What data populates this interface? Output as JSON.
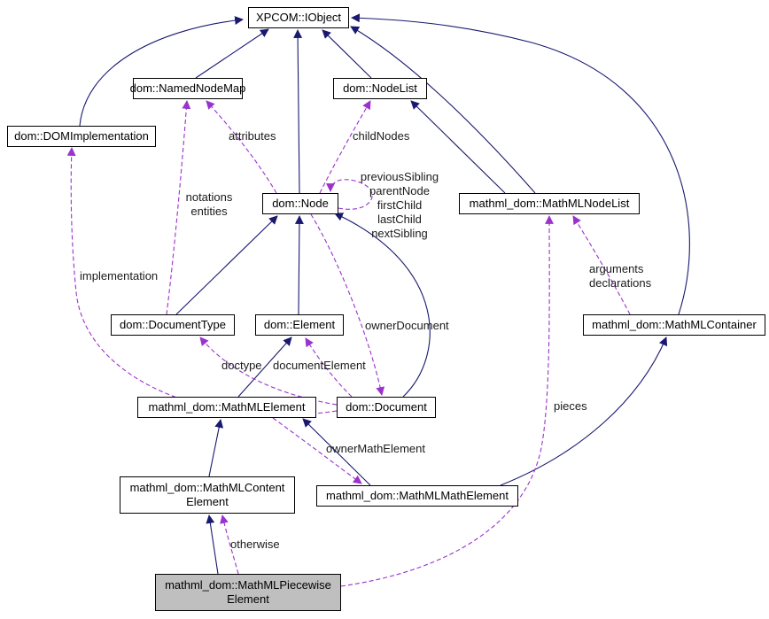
{
  "diagram": {
    "type": "class-collaboration-graph",
    "colors": {
      "inheritance_edge": "#191970",
      "usage_edge": "#9a32cd",
      "node_background": "#ffffff",
      "node_border": "#000000",
      "highlight_background": "#bfbfbf"
    },
    "nodes": [
      {
        "id": "xpcom-iobject",
        "lines": [
          "XPCOM::IObject"
        ]
      },
      {
        "id": "dom-namednodemap",
        "lines": [
          "dom::NamedNodeMap"
        ]
      },
      {
        "id": "dom-nodelist",
        "lines": [
          "dom::NodeList"
        ]
      },
      {
        "id": "dom-domimplementation",
        "lines": [
          "dom::DOMImplementation"
        ]
      },
      {
        "id": "dom-node",
        "lines": [
          "dom::Node"
        ]
      },
      {
        "id": "mathml-nodelist",
        "lines": [
          "mathml_dom::MathMLNodeList"
        ]
      },
      {
        "id": "dom-documenttype",
        "lines": [
          "dom::DocumentType"
        ]
      },
      {
        "id": "dom-element",
        "lines": [
          "dom::Element"
        ]
      },
      {
        "id": "mathml-container",
        "lines": [
          "mathml_dom::MathMLContainer"
        ]
      },
      {
        "id": "mathml-element",
        "lines": [
          "mathml_dom::MathMLElement"
        ]
      },
      {
        "id": "dom-document",
        "lines": [
          "dom::Document"
        ]
      },
      {
        "id": "mathml-contentelement",
        "lines": [
          "mathml_dom::MathMLContent",
          "Element"
        ]
      },
      {
        "id": "mathml-mathelement",
        "lines": [
          "mathml_dom::MathMLMathElement"
        ]
      },
      {
        "id": "mathml-piecewiseelement",
        "lines": [
          "mathml_dom::MathMLPiecewise",
          "Element"
        ]
      }
    ],
    "edge_labels": [
      {
        "id": "attributes",
        "lines": [
          "attributes"
        ]
      },
      {
        "id": "childnodes",
        "lines": [
          "childNodes"
        ]
      },
      {
        "id": "node-self-refs",
        "lines": [
          "previousSibling",
          "parentNode",
          "firstChild",
          "lastChild",
          "nextSibling"
        ]
      },
      {
        "id": "notations-entities",
        "lines": [
          "notations",
          "entities"
        ]
      },
      {
        "id": "implementation",
        "lines": [
          "implementation"
        ]
      },
      {
        "id": "arguments-declarations",
        "lines": [
          "arguments",
          "declarations"
        ]
      },
      {
        "id": "ownerdocument",
        "lines": [
          "ownerDocument"
        ]
      },
      {
        "id": "doctype",
        "lines": [
          "doctype"
        ]
      },
      {
        "id": "documentelement",
        "lines": [
          "documentElement"
        ]
      },
      {
        "id": "pieces",
        "lines": [
          "pieces"
        ]
      },
      {
        "id": "ownermathelement",
        "lines": [
          "ownerMathElement"
        ]
      },
      {
        "id": "otherwise",
        "lines": [
          "otherwise"
        ]
      }
    ]
  }
}
